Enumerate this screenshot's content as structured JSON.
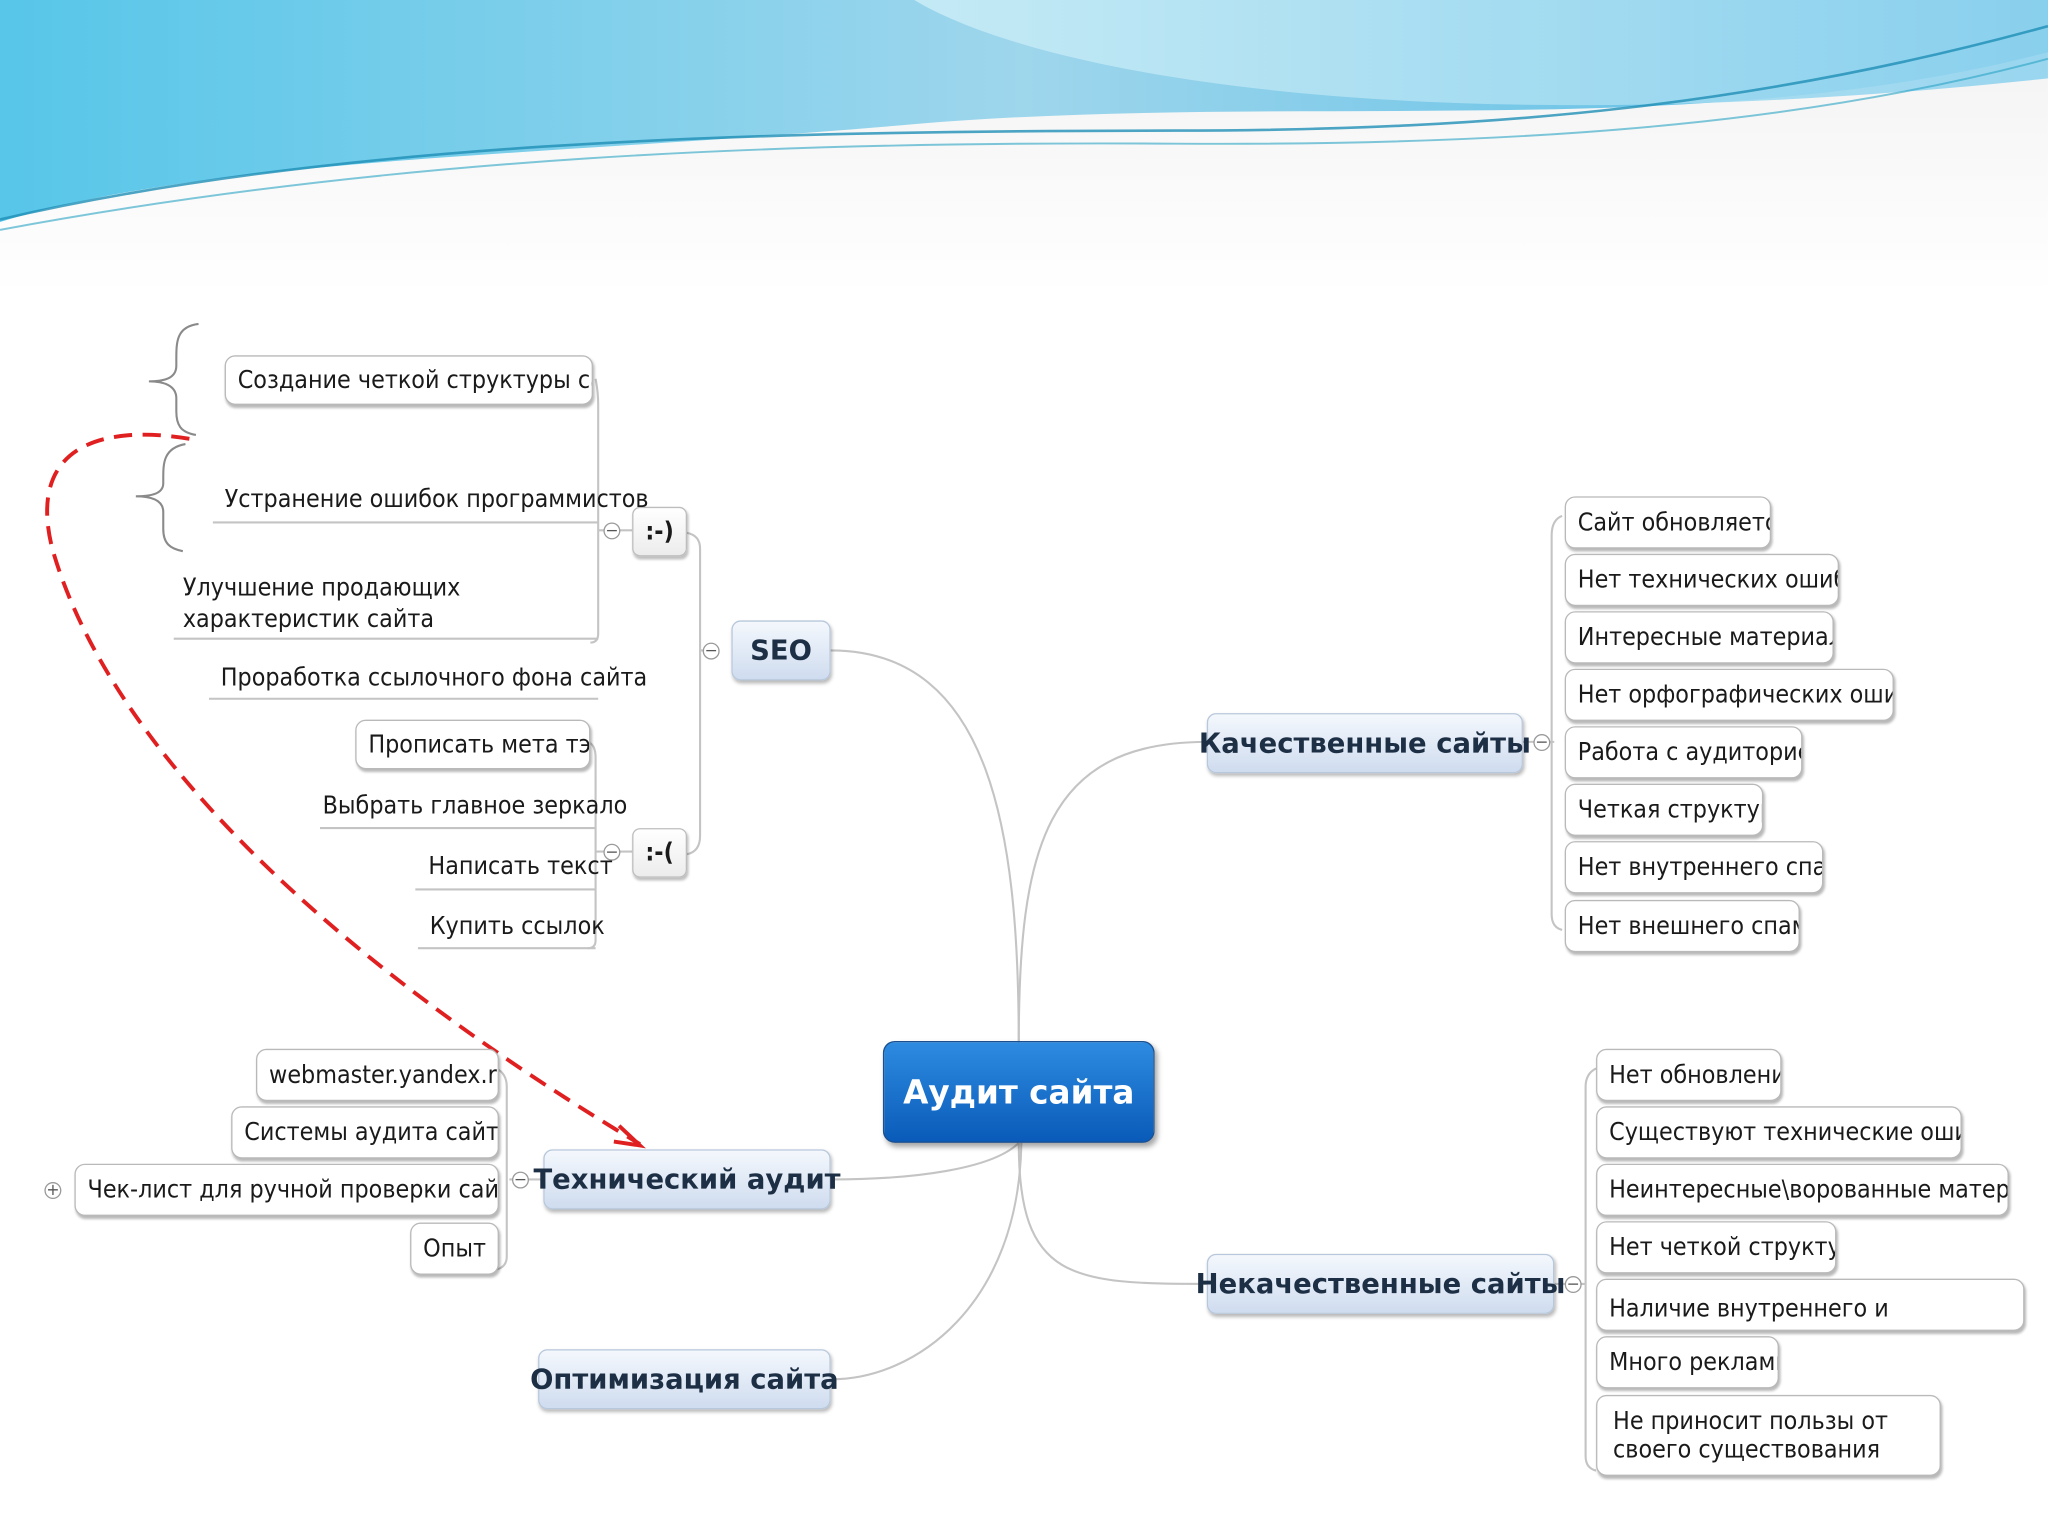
{
  "mindmap": {
    "central": "Аудит сайта",
    "seo": {
      "label": "SEO",
      "happy": {
        "label": ":-)",
        "items": [
          "Создание четкой структуры сайта",
          "Устранение ошибок программистов",
          "Улучшение продающих характеристик сайта",
          "Проработка ссылочного фона сайта"
        ]
      },
      "sad": {
        "label": ":-(",
        "items": [
          "Прописать мета тэги",
          "Выбрать главное зеркало",
          "Написать текст",
          "Купить ссылок"
        ]
      }
    },
    "quality": {
      "label": "Качественные сайты",
      "items": [
        "Сайт обновляется",
        "Нет технических ошибок",
        "Интересные материалы",
        "Нет орфографических ошибок",
        "Работа с аудиторией",
        "Четкая структура",
        "Нет внутреннего спама",
        "Нет внешнего спама"
      ]
    },
    "tech": {
      "label": "Технический аудит",
      "items": [
        "webmaster.yandex.ru",
        "Системы аудита сайтов",
        "Чек-лист для ручной проверки сайтов",
        "Опыт"
      ]
    },
    "optimization": {
      "label": "Оптимизация сайта"
    },
    "poor": {
      "label": "Некачественные сайты",
      "items": [
        "Нет обновлений",
        "Существуют технические ошибки",
        "Неинтересные\\ворованные материалы",
        "Нет четкой структуры",
        "Наличие внутреннего и внешнего спама",
        "Много рекламы",
        "Не приносит пользы от своего существования"
      ]
    },
    "toggles": {
      "collapse": "−",
      "expand": "+"
    }
  },
  "colors": {
    "central_fill": "#0a5bb9",
    "topic_fill": "#cfdcef",
    "connector": "#c4c4c4",
    "annotation_arrow": "#e02020",
    "header_wave": "#5bc3e6"
  }
}
